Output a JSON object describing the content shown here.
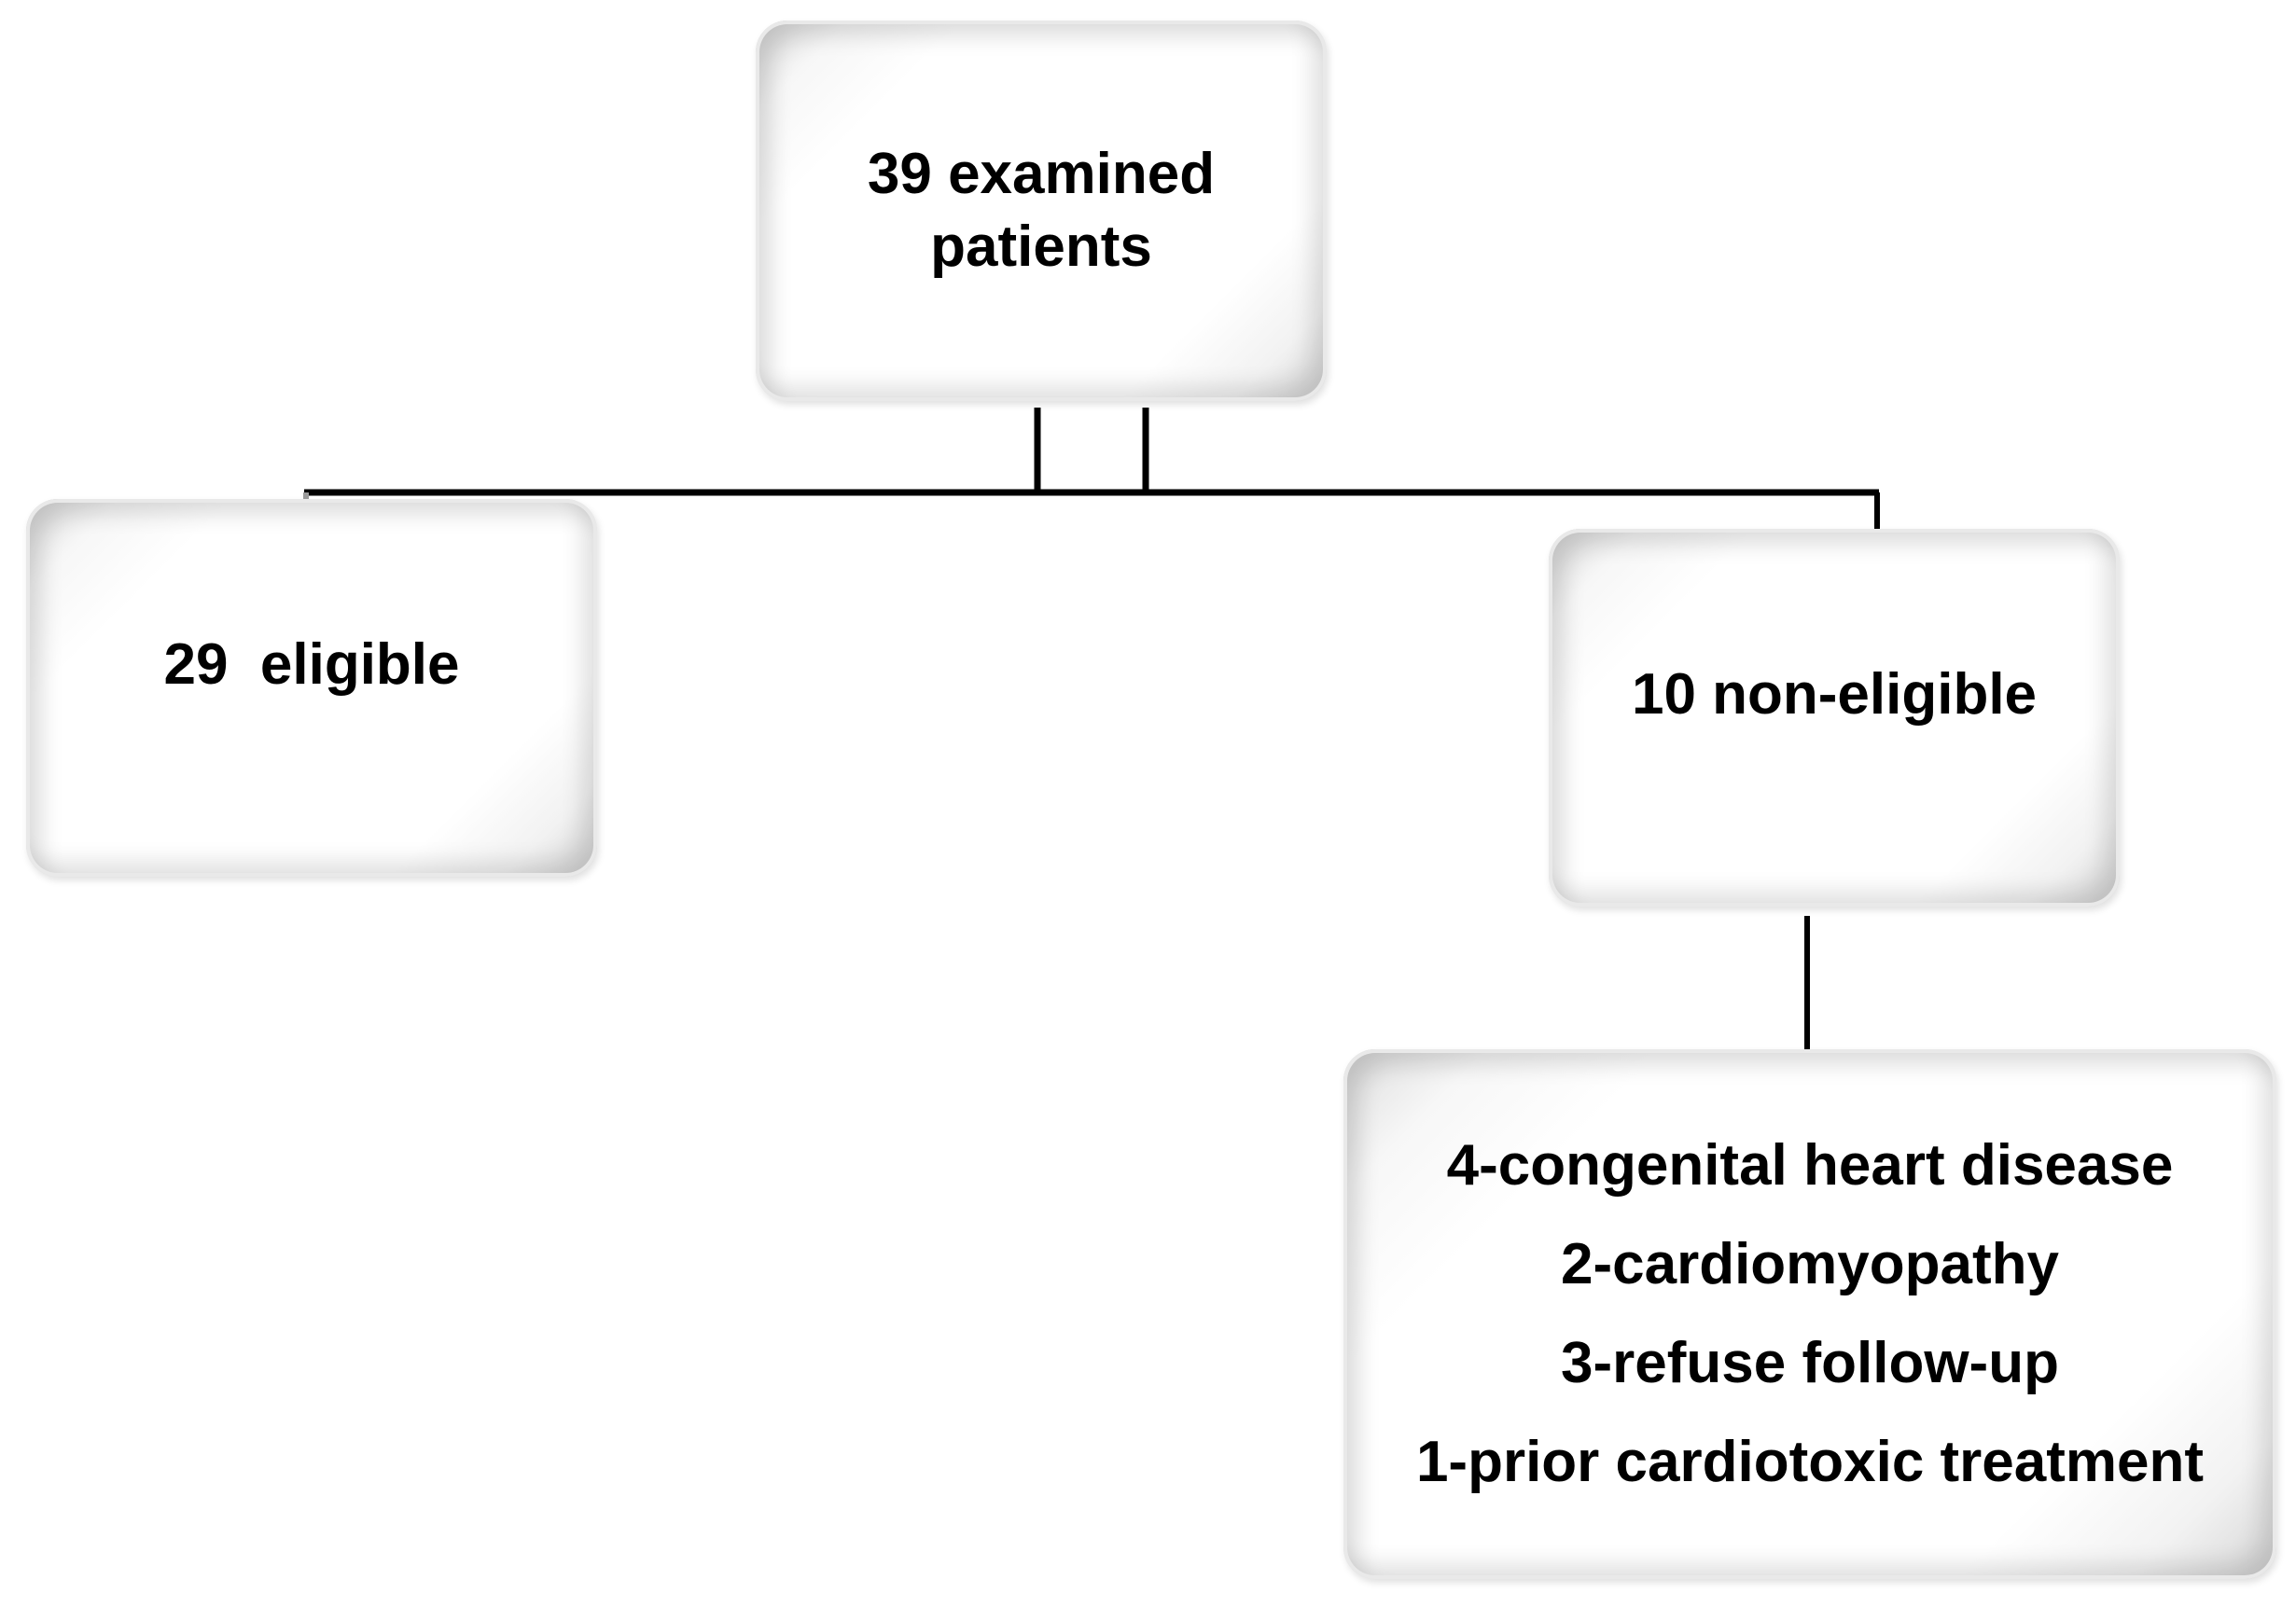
{
  "diagram": {
    "root": {
      "line1": "39 examined",
      "line2": "patients"
    },
    "eligible": {
      "label": "29  eligible"
    },
    "non_eligible": {
      "label": "10 non-eligible"
    },
    "reasons": {
      "items": [
        "4-congenital heart disease",
        "2-cardiomyopathy",
        "3-refuse follow-up",
        "1-prior cardiotoxic treatment"
      ]
    },
    "colors": {
      "connector": "#000000",
      "connector_faded": "#9a9a9a",
      "text": "#000000",
      "box_fill": "#ffffff",
      "box_edge": "#d0d0d0"
    }
  }
}
